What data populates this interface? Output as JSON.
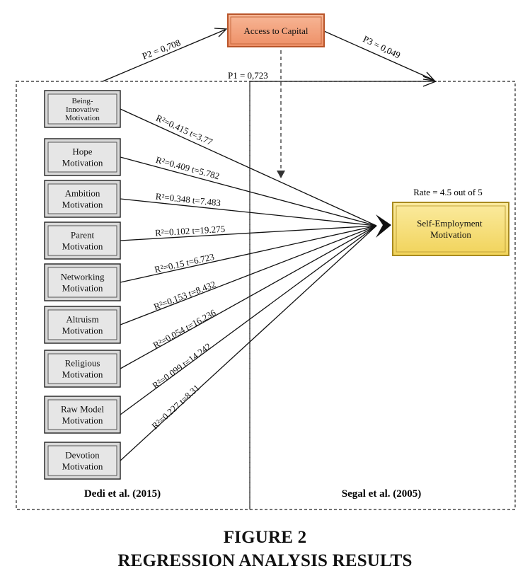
{
  "nodes": {
    "capital": "Access to Capital",
    "outcome": "Self-Employment Motivation",
    "outcome_rate": "Rate = 4.5 out of 5"
  },
  "paths": {
    "p1": "P1 = 0,723",
    "p2": "P2 = 0,708",
    "p3": "P3 = 0,049"
  },
  "motivations": [
    {
      "label": [
        "Being-",
        "Innovative",
        "Motivation"
      ],
      "stat": "R²=0.415 t=3.77"
    },
    {
      "label": [
        "Hope",
        "Motivation"
      ],
      "stat": "R²=0.409 t=5.782"
    },
    {
      "label": [
        "Ambition",
        "Motivation"
      ],
      "stat": "R²=0.348 t=7.483"
    },
    {
      "label": [
        "Parent",
        "Motivation"
      ],
      "stat": "R²=0.102 t=19.275"
    },
    {
      "label": [
        "Networking",
        "Motivation"
      ],
      "stat": "R²=0.15 t=6.723"
    },
    {
      "label": [
        "Altruism",
        "Motivation"
      ],
      "stat": "R²=0.153 t=8.432"
    },
    {
      "label": [
        "Religious",
        "Motivation"
      ],
      "stat": "R²=0.054 t=16.236"
    },
    {
      "label": [
        "Raw Model",
        "Motivation"
      ],
      "stat": "R²=0.099 t=14.242"
    },
    {
      "label": [
        "Devotion",
        "Motivation"
      ],
      "stat": "R²=0.227 t=8.31"
    }
  ],
  "regions": {
    "left": "Dedi et al. (2015)",
    "right": "Segal et al. (2005)"
  },
  "caption": {
    "line1": "FIGURE 2",
    "line2": "REGRESSION ANALYSIS RESULTS"
  },
  "colors": {
    "capital_fill": "#f4a27c",
    "capital_border": "#b8552a",
    "outcome_fill": "#f6dd74",
    "outcome_border": "#a88a20",
    "motivation_fill": "#d9d9d9",
    "line": "#111111"
  }
}
